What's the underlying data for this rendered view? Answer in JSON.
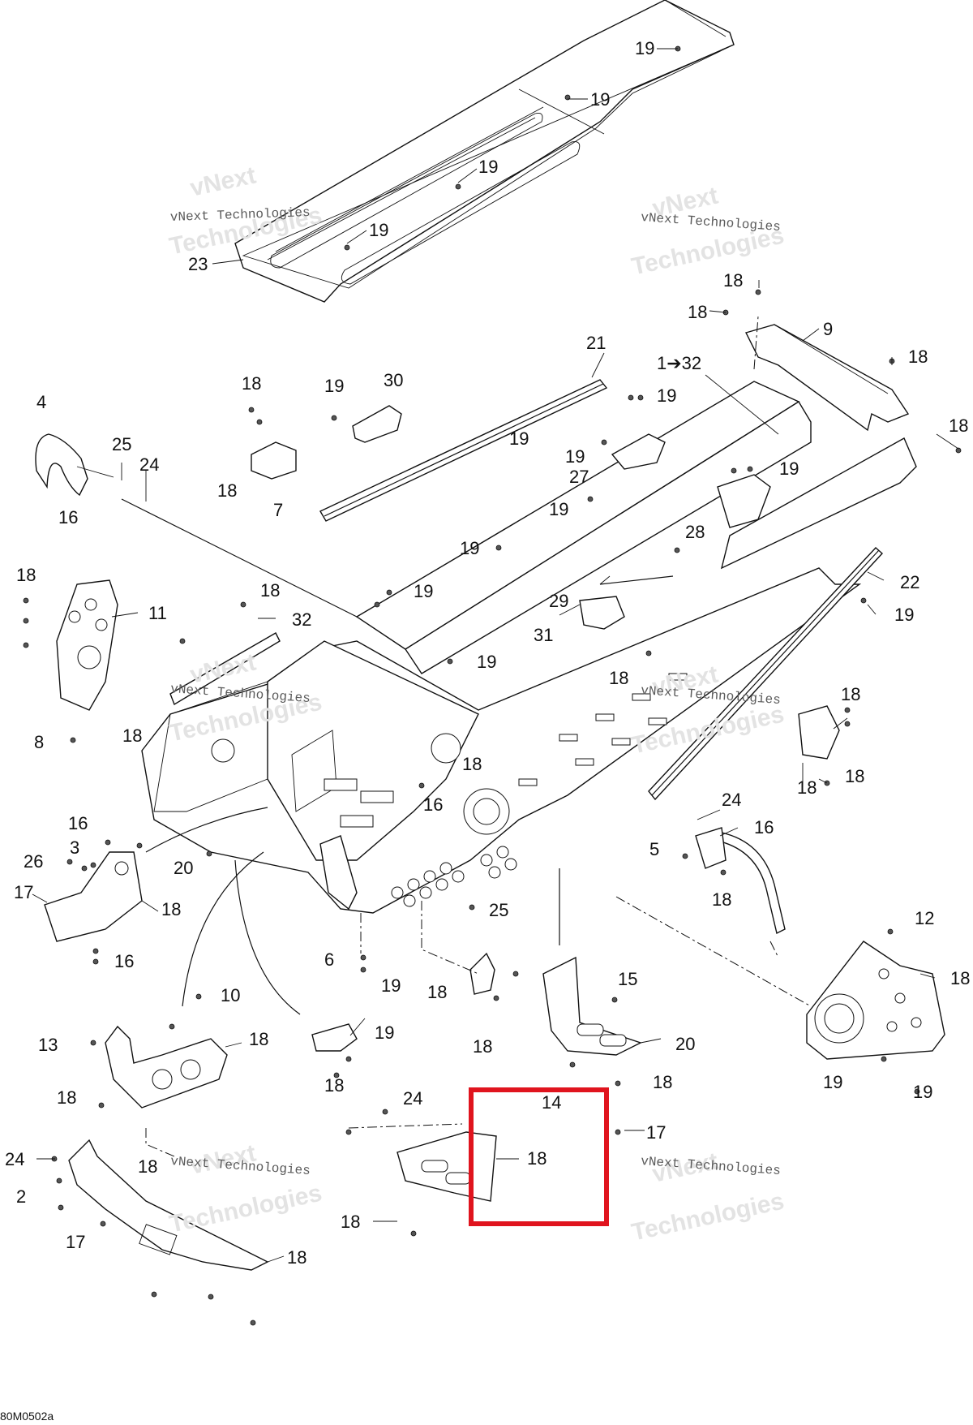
{
  "drawing_code": "80M0502a",
  "watermark": {
    "line1": "vNext Technologies",
    "line2": "vNext",
    "line3": "Technologies"
  },
  "highlight": {
    "color": "#e0141e"
  },
  "callouts": [
    "19",
    "19",
    "19",
    "19",
    "23",
    "18",
    "18",
    "9",
    "18",
    "18",
    "21",
    "1➔32",
    "19",
    "18",
    "19",
    "30",
    "4",
    "25",
    "24",
    "16",
    "19",
    "19",
    "18",
    "7",
    "27",
    "19",
    "28",
    "19",
    "19",
    "22",
    "18",
    "11",
    "18",
    "32",
    "19",
    "29",
    "31",
    "19",
    "19",
    "18",
    "18",
    "18",
    "8",
    "18",
    "18",
    "18",
    "16",
    "20",
    "16",
    "3",
    "26",
    "17",
    "18",
    "16",
    "25",
    "24",
    "5",
    "16",
    "18",
    "12",
    "18",
    "6",
    "18",
    "19",
    "15",
    "20",
    "10",
    "18",
    "13",
    "19",
    "18",
    "18",
    "18",
    "19",
    "19",
    "24",
    "14",
    "17",
    "18",
    "18",
    "18",
    "24",
    "2",
    "17",
    "18",
    "18"
  ]
}
